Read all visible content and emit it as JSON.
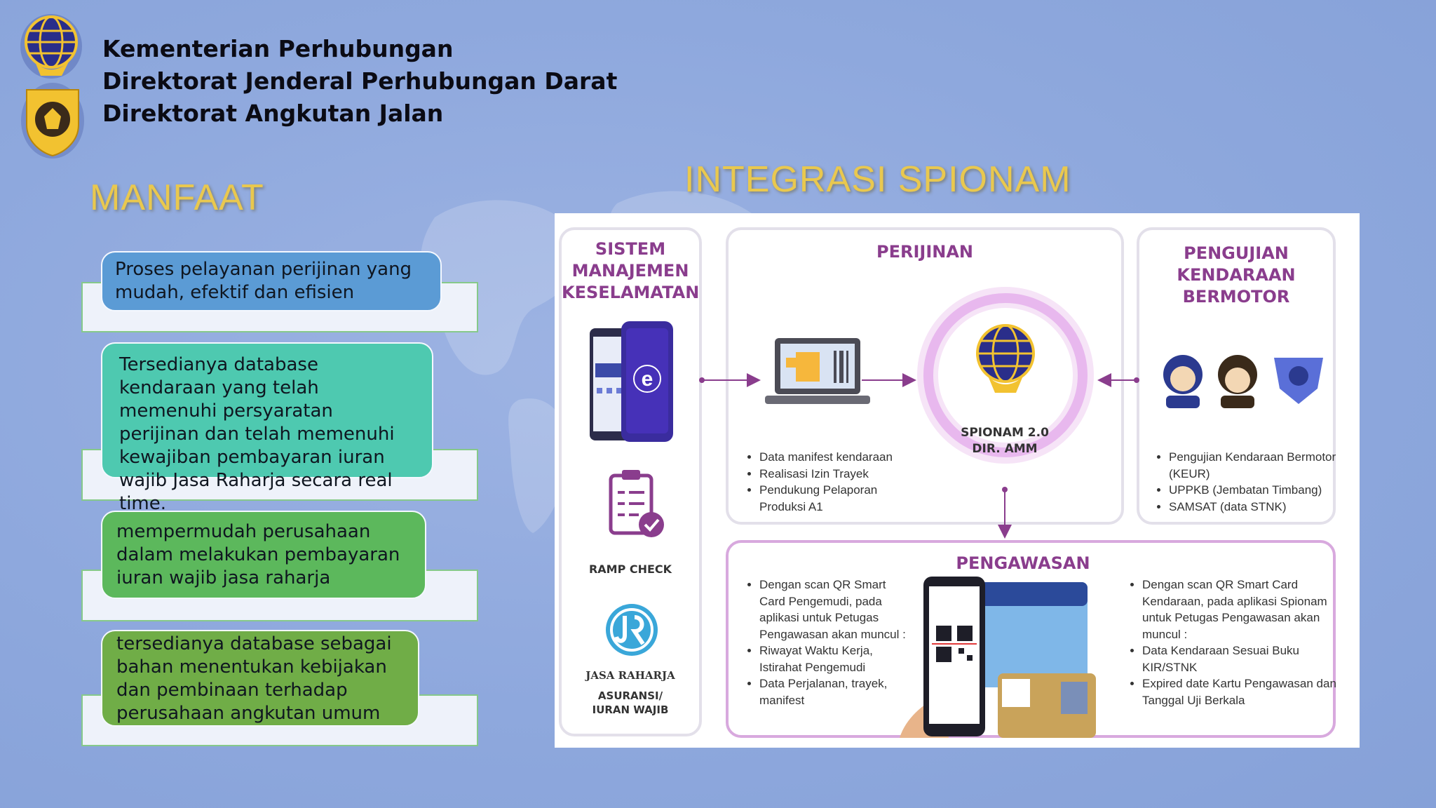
{
  "header": {
    "lines": [
      "Kementerian Perhubungan",
      "Direktorat Jenderal Perhubungan Darat",
      "Direktorat Angkutan Jalan"
    ]
  },
  "manfaat": {
    "title": "MANFAAT",
    "items": [
      {
        "text": "Proses pelayanan perijinan yang mudah, efektif dan efisien",
        "color": "#5b9bd5"
      },
      {
        "text": "Tersedianya database kendaraan yang telah memenuhi persyaratan perijinan dan telah memenuhi kewajiban pembayaran iuran wajib Jasa Raharja secara real time.",
        "color": "#4ec9b0"
      },
      {
        "text": "mempermudah perusahaan dalam melakukan pembayaran iuran wajib jasa raharja",
        "color": "#5cb85c"
      },
      {
        "text": "tersedianya database sebagai bahan menentukan kebijakan dan pembinaan terhadap perusahaan angkutan umum",
        "color": "#70ad47"
      }
    ]
  },
  "integrasi": {
    "title": "INTEGRASI SPIONAM",
    "sistem": {
      "title": [
        "SISTEM",
        "MANAJEMEN",
        "KESELAMATAN"
      ],
      "ramp_check": "RAMP CHECK",
      "jasa_raharja": "JASA RAHARJA",
      "asuransi": [
        "ASURANSI/",
        "IURAN WAJIB"
      ]
    },
    "perijinan": {
      "title": "PERIJINAN",
      "bullets": [
        "Data manifest kendaraan",
        "Realisasi Izin Trayek",
        "Pendukung Pelaporan Produksi A1"
      ]
    },
    "spionam": {
      "line1": "SPIONAM 2.0",
      "line2": "DIR. AMM"
    },
    "pengujian": {
      "title": [
        "PENGUJIAN",
        "KENDARAAN",
        "BERMOTOR"
      ],
      "bullets": [
        "Pengujian Kendaraan Bermotor (KEUR)",
        "UPPKB (Jembatan Timbang)",
        "SAMSAT (data STNK)"
      ]
    },
    "pengawasan": {
      "title": "PENGAWASAN",
      "left_bullets": [
        "Dengan scan QR Smart Card Pengemudi, pada aplikasi untuk Petugas Pengawasan akan muncul :",
        "Riwayat Waktu Kerja, Istirahat Pengemudi",
        "Data Perjalanan, trayek, manifest"
      ],
      "right_bullets": [
        "Dengan scan QR Smart Card Kendaraan, pada aplikasi Spionam untuk Petugas Pengawasan akan muncul :",
        "Data Kendaraan Sesuai Buku KIR/STNK",
        "Expired date Kartu Pengawasan dan Tanggal Uji Berkala"
      ]
    },
    "colors": {
      "panel_title": "#8a3d8d",
      "arrow": "#8a3d8d",
      "ring": "#e8b8ee"
    }
  }
}
